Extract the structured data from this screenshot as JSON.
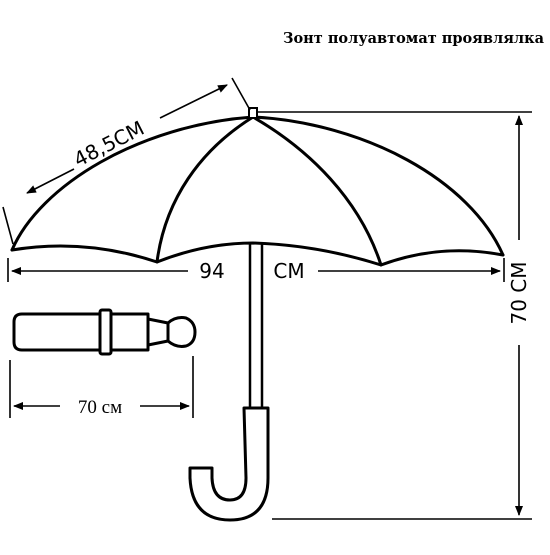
{
  "title": "Зонт полуавтомат проявлялка",
  "dimensions": {
    "rib_length": "48,5СМ",
    "diameter_value": "94",
    "diameter_unit": "СМ",
    "height": "70 СМ",
    "folded_length": "70 см"
  },
  "colors": {
    "line": "#000000",
    "background": "#ffffff"
  }
}
